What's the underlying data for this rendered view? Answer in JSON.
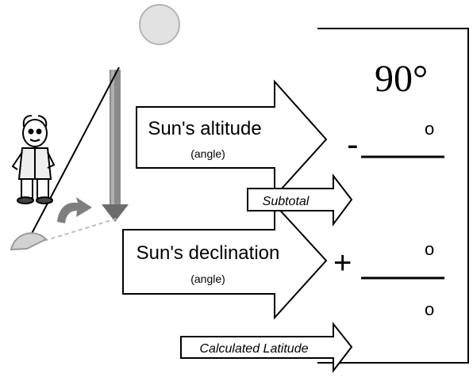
{
  "sun_altitude": {
    "label": "Sun's altitude",
    "sub": "(angle)"
  },
  "subtotal": {
    "label": "Subtotal"
  },
  "sun_declination": {
    "label": "Sun's declination",
    "sub": "(angle)"
  },
  "calculated_latitude": {
    "label": "Calculated Latitude"
  },
  "worksheet": {
    "value_90": "90°",
    "degree": "o",
    "minus": "-",
    "plus": "+"
  },
  "colors": {
    "sun": "#e2e2e2",
    "pole": "#8a8a8a",
    "shadow_arrow": "#7f7f7f",
    "protractor": "#d2d2d2"
  }
}
